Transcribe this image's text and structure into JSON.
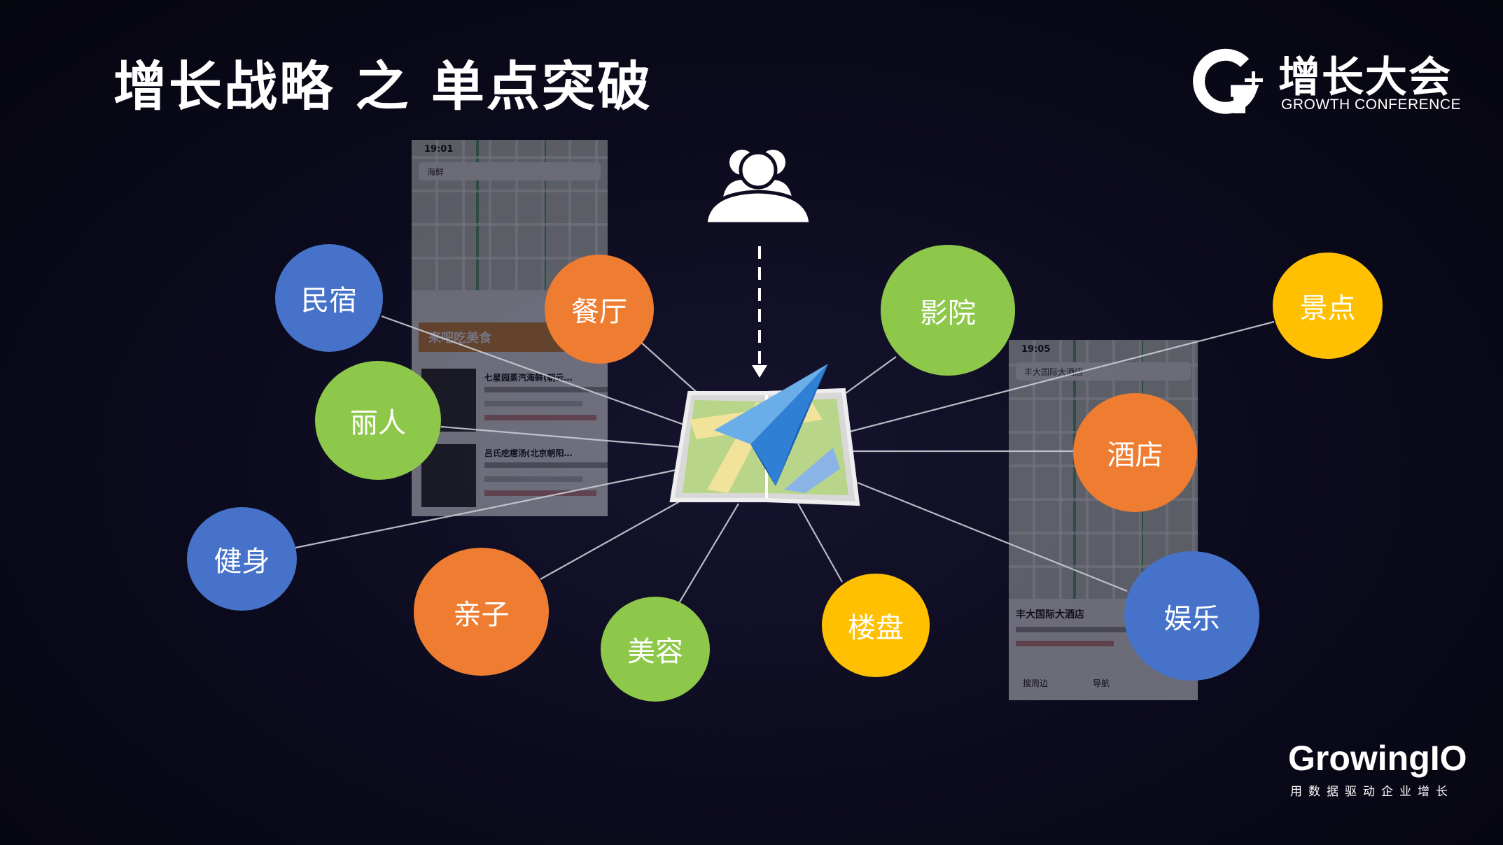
{
  "slide": {
    "title": "增长战略 之 单点突破"
  },
  "logo": {
    "cn": "增长大会",
    "en": "GROWTH CONFERENCE"
  },
  "brand": {
    "name": "GrowingIO",
    "tagline": "用数据驱动企业增长"
  },
  "colors": {
    "blue": "#4673c9",
    "orange": "#ee7d31",
    "green": "#8dc84a",
    "yellow": "#fec000"
  },
  "phone_left": {
    "time": "19:01",
    "search": "海鲜",
    "banner": "来吧吃美食",
    "listings": [
      "七星园蒸汽海鲜(朝云…",
      "吕氏疙瘩汤(北京朝阳…"
    ]
  },
  "phone_right": {
    "time": "19:05",
    "search": "丰大国际大酒店",
    "place_name": "丰大国际大酒店",
    "actions": [
      "搜周边",
      "导航"
    ]
  },
  "diagram": {
    "center_icon": "paper-plane-map-icon",
    "users_icon": "users-icon",
    "nodes": [
      {
        "id": "minsu",
        "label": "民宿",
        "color": "blue"
      },
      {
        "id": "canting",
        "label": "餐厅",
        "color": "orange"
      },
      {
        "id": "liren",
        "label": "丽人",
        "color": "green"
      },
      {
        "id": "jianshen",
        "label": "健身",
        "color": "blue"
      },
      {
        "id": "qinzi",
        "label": "亲子",
        "color": "orange"
      },
      {
        "id": "meirong",
        "label": "美容",
        "color": "green"
      },
      {
        "id": "loupan",
        "label": "楼盘",
        "color": "yellow"
      },
      {
        "id": "yingyuan",
        "label": "影院",
        "color": "green"
      },
      {
        "id": "jingdian",
        "label": "景点",
        "color": "yellow"
      },
      {
        "id": "jiudian",
        "label": "酒店",
        "color": "orange"
      },
      {
        "id": "yule",
        "label": "娱乐",
        "color": "blue"
      }
    ]
  }
}
